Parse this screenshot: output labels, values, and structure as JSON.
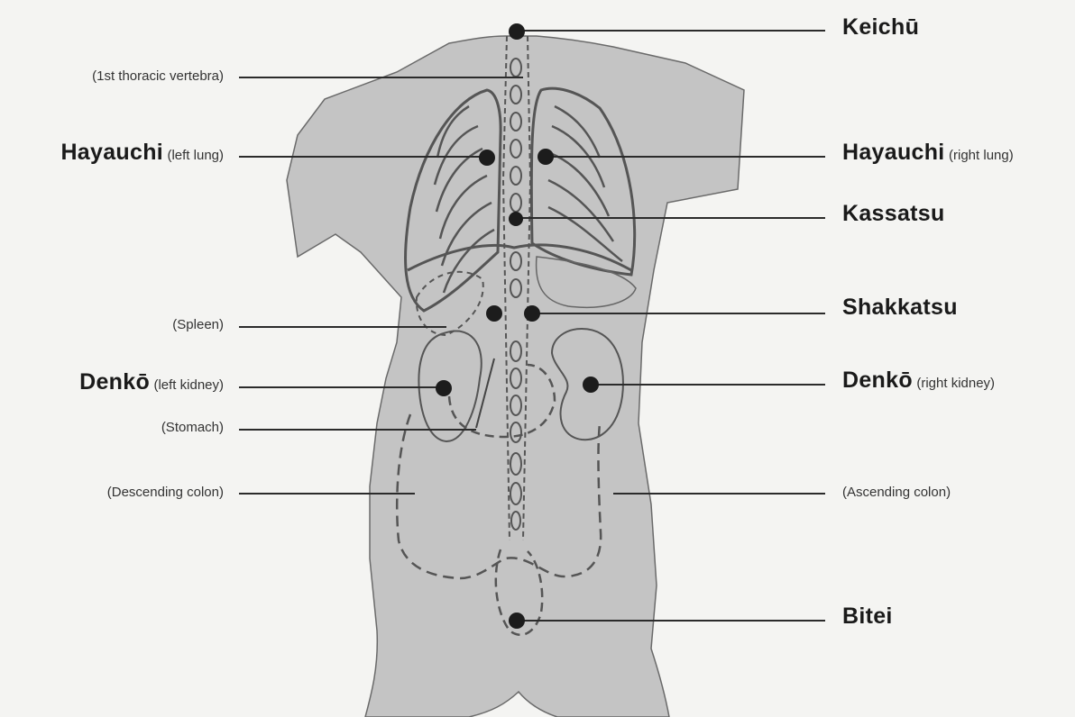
{
  "labels": {
    "keichu": "Keichū",
    "thoracic": "(1st thoracic vertebra)",
    "hayauchi_left": "Hayauchi",
    "hayauchi_left_note": "(left lung)",
    "hayauchi_right": "Hayauchi",
    "hayauchi_right_note": "(right lung)",
    "kassatsu": "Kassatsu",
    "shakkatsu": "Shakkatsu",
    "spleen": "(Spleen)",
    "denko_left": "Denkō",
    "denko_left_note": "(left kidney)",
    "denko_right": "Denkō",
    "denko_right_note": "(right kidney)",
    "stomach": "(Stomach)",
    "descending_colon": "(Descending colon)",
    "ascending_colon": "(Ascending colon)",
    "bitei": "Bitei"
  },
  "colors": {
    "background": "#f4f4f2",
    "body_fill": "#c4c4c4",
    "organ_stroke": "#555555",
    "leader_line": "#2b2b2b",
    "point": "#1c1c1c"
  }
}
